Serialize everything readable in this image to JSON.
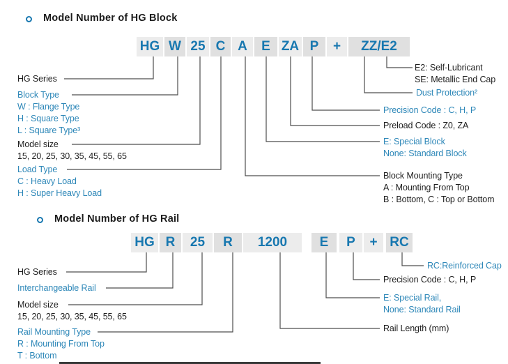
{
  "colors": {
    "code_blue": "#1878b0",
    "label_blue": "#2d87b8",
    "text_dark": "#1e1e1e",
    "box_light": "#ececec",
    "box_shaded": "#e0e0e0",
    "connector": "#4d4d4d"
  },
  "block_section": {
    "title": "Model Number of HG Block",
    "code": [
      "HG",
      "W",
      "25",
      "C",
      "A",
      "E",
      "ZA",
      "P",
      "+",
      "ZZ/E2"
    ],
    "labels": {
      "hg_series": "HG Series",
      "block_type_title": "Block  Type",
      "block_type_1": "W : Flange  Type",
      "block_type_2": "H : Square Type",
      "block_type_3": "L : Square Type³",
      "model_size_title": "Model size",
      "model_size_values": "15, 20, 25, 30, 35, 45, 55, 65",
      "load_type_title": "Load Type",
      "load_type_1": "C : Heavy Load",
      "load_type_2": "H : Super Heavy Load",
      "e2": "E2: Self-Lubricant",
      "se": "SE: Metallic End Cap",
      "dust": "Dust Protection²",
      "precision": "Precision Code : C, H, P",
      "preload": "Preload Code : Z0, ZA",
      "special_block": "E: Special Block",
      "standard_block": "None: Standard Block",
      "mounting_title": "Block Mounting Type",
      "mounting_1": "A : Mounting From Top",
      "mounting_2": "B : Bottom, C : Top or Bottom"
    }
  },
  "rail_section": {
    "title": "Model Number of HG Rail",
    "code": [
      "HG",
      "R",
      "25",
      "R",
      "1200",
      "E",
      "P",
      "+",
      "RC"
    ],
    "labels": {
      "hg_series": "HG Series",
      "interchangeable": "Interchangeable Rail",
      "model_size_title": "Model size",
      "model_size_values": "15, 20, 25, 30, 35, 45, 55, 65",
      "rail_mounting_title": "Rail Mounting Type",
      "rail_mounting_1": "R : Mounting From Top",
      "rail_mounting_2": "T : Bottom",
      "rc": "RC:Reinforced Cap",
      "precision": "Precision Code : C, H, P",
      "special_rail": "E: Special Rail,",
      "standard_rail": "None: Standard Rail",
      "rail_length": "Rail Length (mm)"
    }
  }
}
